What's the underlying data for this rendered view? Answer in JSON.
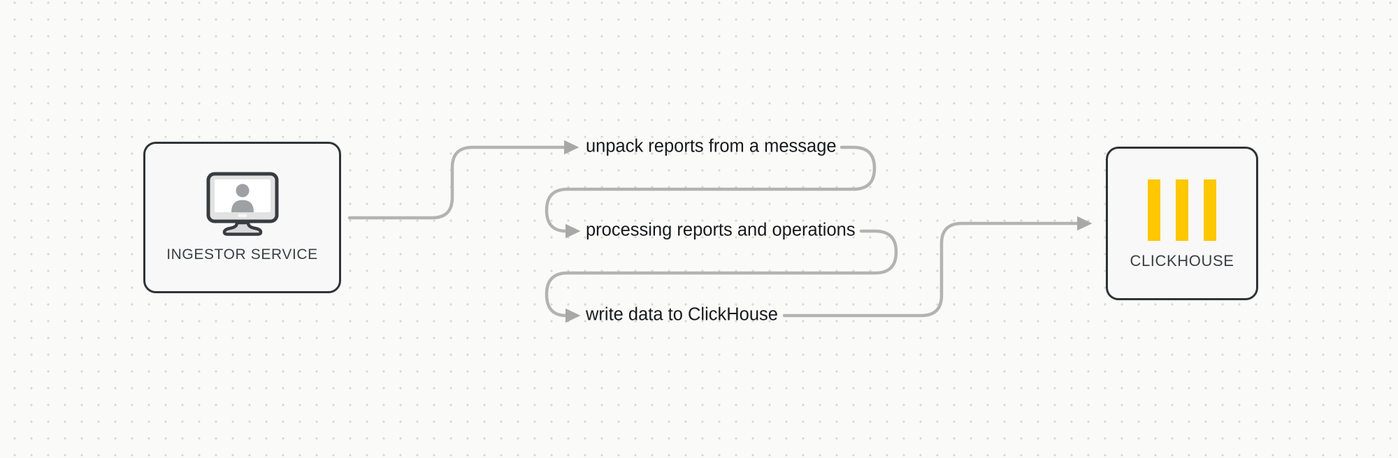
{
  "diagram": {
    "title": "ingestor-to-clickhouse-flow"
  },
  "nodes": [
    {
      "id": "ingestor",
      "label": "INGESTOR SERVICE",
      "icon": "user-monitor-icon"
    },
    {
      "id": "clickhouse",
      "label": "CLICKHOUSE",
      "icon": "clickhouse-logo-icon"
    }
  ],
  "steps": [
    {
      "label": "unpack reports from a message"
    },
    {
      "label": "processing reports and operations"
    },
    {
      "label": "write data to ClickHouse"
    }
  ],
  "colors": {
    "bg": "#fafaf8",
    "dot": "#d7d7d5",
    "node-border": "#2f3337",
    "node-fill": "#f7f8f7",
    "muted-label": "#3c4045",
    "text": "#17191c",
    "connector": "#b3b3b3",
    "arrow": "#a8a8a8",
    "logo-yellow": "#fdc701",
    "icon-outline": "#383c41",
    "icon-bezel": "#e2e2e2",
    "icon-screen": "#ffffff",
    "icon-person": "#9da1a4",
    "icon-stand": "#d9d9d9"
  }
}
